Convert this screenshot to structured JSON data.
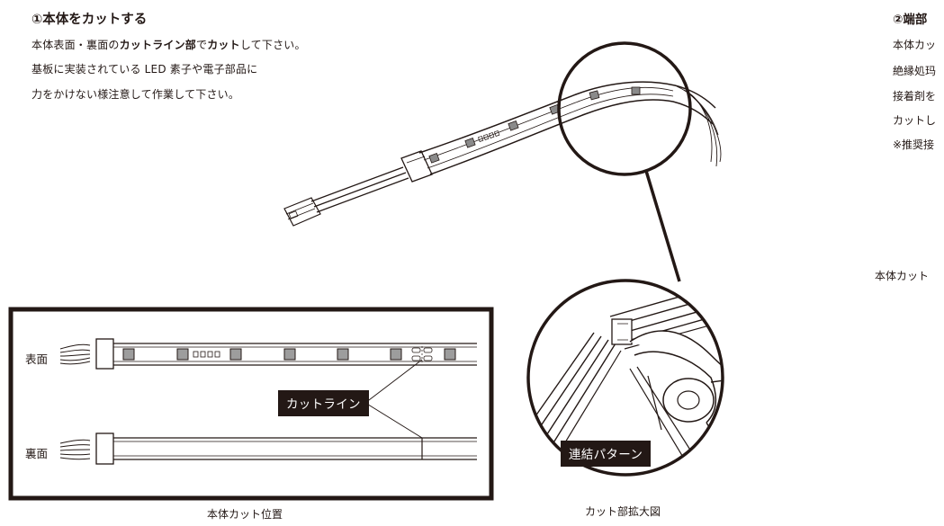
{
  "step1": {
    "title": "①本体をカットする",
    "line1": [
      {
        "text": "本体表面・裏面の",
        "bold": false
      },
      {
        "text": "カットライン部",
        "bold": true
      },
      {
        "text": "で",
        "bold": false
      },
      {
        "text": "カット",
        "bold": true
      },
      {
        "text": "して下さい。",
        "bold": false
      }
    ],
    "line2": "基板に実装されている LED 素子や電子部品に",
    "line3": "力をかけない様注意して作業して下さい。"
  },
  "step2": {
    "title": "②端部",
    "lines": [
      "本体カッ",
      "絶縁処玛",
      "接着剤を",
      "カットし",
      "※推奨接"
    ],
    "figure_label": "本体カット"
  },
  "figure_left": {
    "front_label": "表面",
    "back_label": "裏面",
    "cut_line_tag": "カットライン",
    "caption": "本体カット位置"
  },
  "figure_zoom": {
    "pattern_tag": "連結パターン",
    "caption": "カット部拡大図"
  }
}
